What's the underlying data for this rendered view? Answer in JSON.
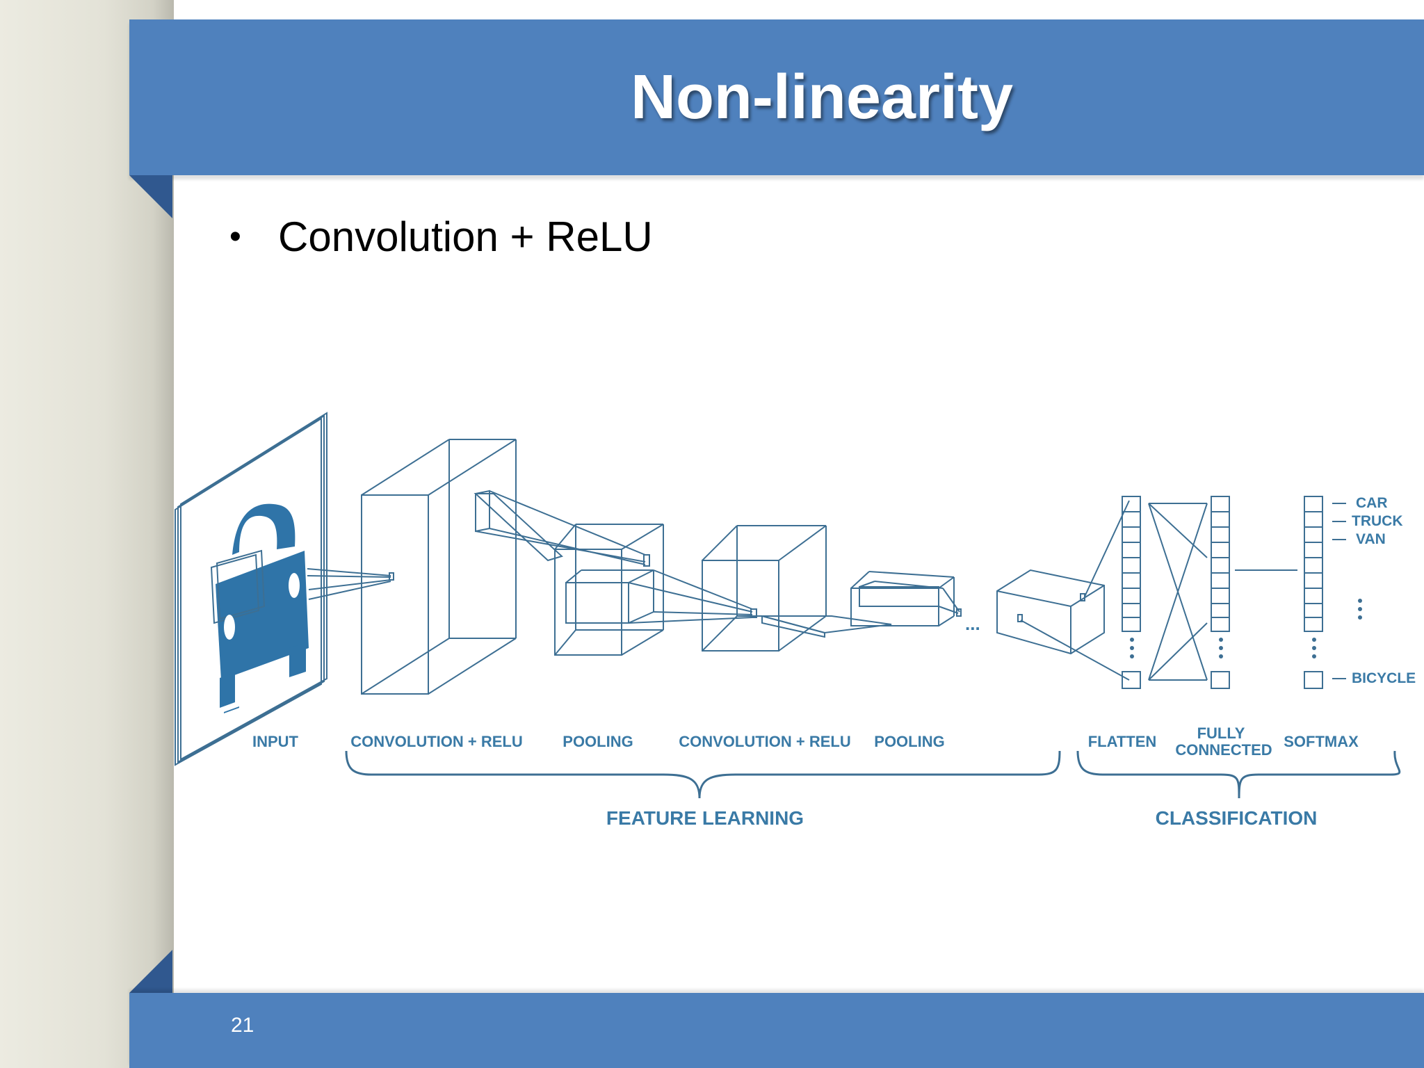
{
  "slide": {
    "title": "Non-linearity",
    "bullet": "Convolution + ReLU",
    "page_number": "21"
  },
  "diagram": {
    "stage_labels": {
      "input": "INPUT",
      "conv1": "CONVOLUTION + RELU",
      "pool1": "POOLING",
      "conv2": "CONVOLUTION + RELU",
      "pool2": "POOLING",
      "flatten": "FLATTEN",
      "fc_line1": "FULLY",
      "fc_line2": "CONNECTED",
      "softmax": "SOFTMAX"
    },
    "group_labels": {
      "feature": "FEATURE LEARNING",
      "classification": "CLASSIFICATION"
    },
    "ellipsis": "...",
    "classes": [
      "CAR",
      "TRUCK",
      "VAN",
      "BICYCLE"
    ],
    "colors": {
      "line": "#3d6f93",
      "fill": "#2f74a8",
      "label": "#3a7aa6"
    }
  }
}
